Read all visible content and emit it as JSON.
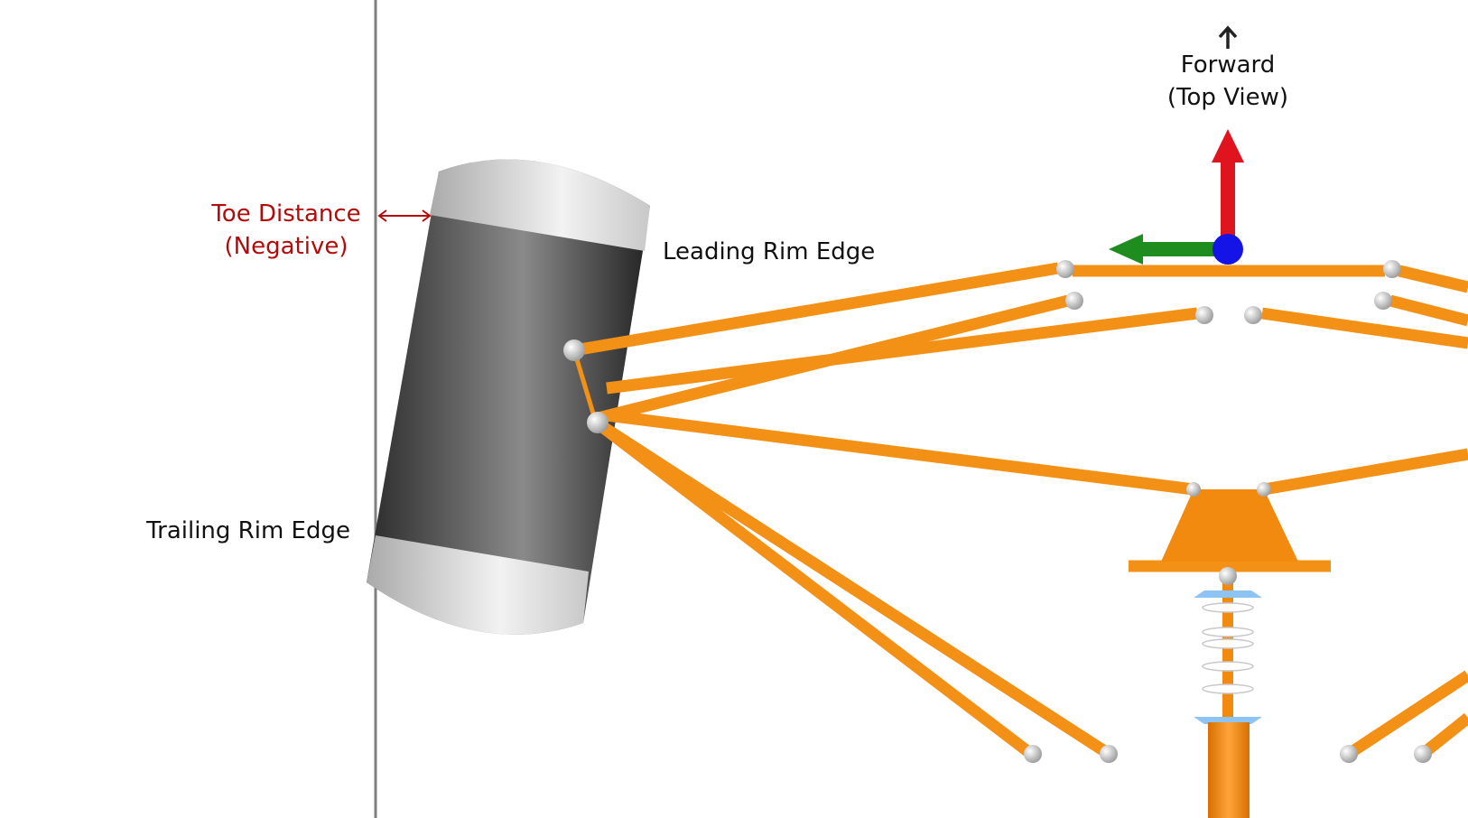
{
  "labels": {
    "forward_line1": "Forward",
    "forward_line2": "(Top View)",
    "toe_line1": "Toe Distance",
    "toe_line2": "(Negative)",
    "leading": "Leading Rim Edge",
    "trailing": "Trailing Rim Edge"
  },
  "colors": {
    "accent_red": "#b40a0a",
    "strut_orange": "#f39016",
    "axis_x_red": "#e0141e",
    "axis_y_green": "#1e8c1e",
    "axis_z_blue": "#1414e6",
    "reference_line": "#808080"
  },
  "icons": {
    "forward_arrow": "arrow-up-icon",
    "toe_measure": "double-arrow-icon"
  }
}
